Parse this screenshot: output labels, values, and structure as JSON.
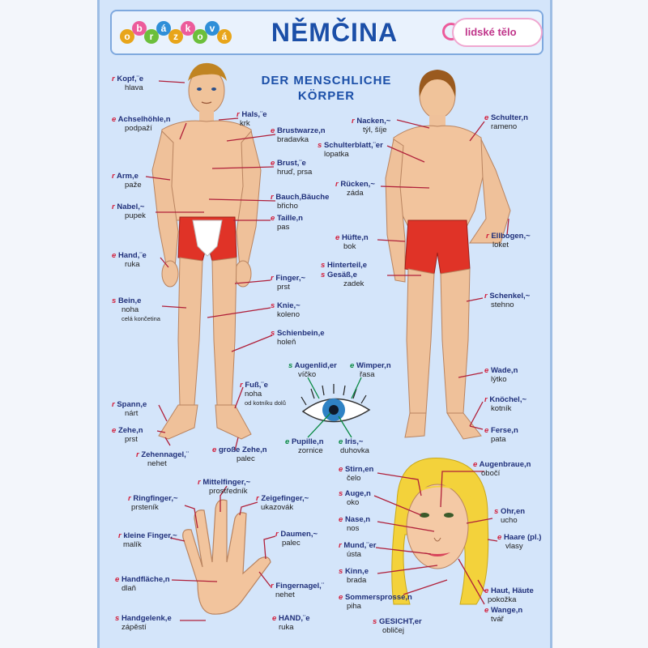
{
  "header": {
    "logo_letters": [
      "o",
      "b",
      "r",
      "á",
      "z",
      "k",
      "o",
      "v",
      "á"
    ],
    "title": "NĚMČINA",
    "badge": "lidské tělo"
  },
  "subtitle_line1": "DER MENSCHLICHE",
  "subtitle_line2": "KÖRPER",
  "colors": {
    "accent": "#1b4fa8",
    "label_article": "#d21f3c",
    "leader_line": "#b0203a",
    "eye_line": "#0a8a44",
    "panel": "#d4e5fa"
  },
  "labels": {
    "kopf": {
      "article": "r",
      "word": "Kopf,",
      "suffix": "¨e",
      "translation": "hlava"
    },
    "achsel": {
      "article": "e",
      "word": "Achselhöhle,",
      "suffix": "n",
      "translation": "podpaží"
    },
    "arm": {
      "article": "r",
      "word": "Arm,",
      "suffix": "e",
      "translation": "paže"
    },
    "nabel": {
      "article": "r",
      "word": "Nabel,",
      "suffix": "~",
      "translation": "pupek"
    },
    "hand": {
      "article": "e",
      "word": "Hand,",
      "suffix": "¨e",
      "translation": "ruka"
    },
    "bein": {
      "article": "s",
      "word": "Bein,",
      "suffix": "e",
      "translation": "noha",
      "translation2": "celá končetina"
    },
    "spann": {
      "article": "r",
      "word": "Spann,",
      "suffix": "e",
      "translation": "nárt"
    },
    "zehe": {
      "article": "e",
      "word": "Zehe,",
      "suffix": "n",
      "translation": "prst"
    },
    "zehennagel": {
      "article": "r",
      "word": "Zehennagel,",
      "suffix": "¨",
      "translation": "nehet"
    },
    "grossezehe": {
      "article": "e",
      "word": "große Zehe,",
      "suffix": "n",
      "translation": "palec"
    },
    "hals": {
      "article": "r",
      "word": "Hals,",
      "suffix": "¨e",
      "translation": "krk"
    },
    "brustwarze": {
      "article": "e",
      "word": "Brustwarze,",
      "suffix": "n",
      "translation": "bradavka"
    },
    "brust": {
      "article": "e",
      "word": "Brust,",
      "suffix": "¨e",
      "translation": "hruď, prsa"
    },
    "bauch": {
      "article": "r",
      "word": "Bauch,",
      "suffix": "Bäuche",
      "translation": "břicho"
    },
    "taille": {
      "article": "e",
      "word": "Taille,",
      "suffix": "n",
      "translation": "pas"
    },
    "finger": {
      "article": "r",
      "word": "Finger,",
      "suffix": "~",
      "translation": "prst"
    },
    "knie": {
      "article": "s",
      "word": "Knie,",
      "suffix": "~",
      "translation": "koleno"
    },
    "schienbein": {
      "article": "s",
      "word": "Schienbein,",
      "suffix": "e",
      "translation": "holeň"
    },
    "fuss": {
      "article": "r",
      "word": "Fuß,",
      "suffix": "¨e",
      "translation": "noha",
      "translation2": "od kotníku dolů"
    },
    "nacken": {
      "article": "r",
      "word": "Nacken,",
      "suffix": "~",
      "translation": "týl, šíje"
    },
    "schulterblatt": {
      "article": "s",
      "word": "Schulterblatt,",
      "suffix": "¨er",
      "translation": "lopatka"
    },
    "rucken": {
      "article": "r",
      "word": "Rücken,",
      "suffix": "~",
      "translation": "záda"
    },
    "hufte": {
      "article": "e",
      "word": "Hüfte,",
      "suffix": "n",
      "translation": "bok"
    },
    "hinterteil": {
      "article": "s",
      "word": "Hinterteil,",
      "suffix": "e",
      "translation": ""
    },
    "gesass": {
      "article": "s",
      "word": "Gesäß,",
      "suffix": "e",
      "translation": "zadek"
    },
    "schulter": {
      "article": "e",
      "word": "Schulter,",
      "suffix": "n",
      "translation": "rameno"
    },
    "ellbogen": {
      "article": "r",
      "word": "Ellbogen,",
      "suffix": "~",
      "translation": "loket"
    },
    "schenkel": {
      "article": "r",
      "word": "Schenkel,",
      "suffix": "~",
      "translation": "stehno"
    },
    "wade": {
      "article": "e",
      "word": "Wade,",
      "suffix": "n",
      "translation": "lýtko"
    },
    "knochel": {
      "article": "r",
      "word": "Knöchel,",
      "suffix": "~",
      "translation": "kotník"
    },
    "ferse": {
      "article": "e",
      "word": "Ferse,",
      "suffix": "n",
      "translation": "pata"
    },
    "augenlid": {
      "article": "s",
      "word": "Augenlid,",
      "suffix": "er",
      "translation": "víčko"
    },
    "wimper": {
      "article": "e",
      "word": "Wimper,",
      "suffix": "n",
      "translation": "řasa"
    },
    "pupille": {
      "article": "e",
      "word": "Pupille,",
      "suffix": "n",
      "translation": "zornice"
    },
    "iris": {
      "article": "e",
      "word": "Iris,",
      "suffix": "~",
      "translation": "duhovka"
    },
    "mittelfinger": {
      "article": "r",
      "word": "Mittelfinger,",
      "suffix": "~",
      "translation": "prostředník"
    },
    "ringfinger": {
      "article": "r",
      "word": "Ringfinger,",
      "suffix": "~",
      "translation": "prsteník"
    },
    "zeigefinger": {
      "article": "r",
      "word": "Zeigefinger,",
      "suffix": "~",
      "translation": "ukazovák"
    },
    "kleinefinger": {
      "article": "r",
      "word": "kleine Finger,",
      "suffix": "~",
      "translation": "malík"
    },
    "daumen": {
      "article": "r",
      "word": "Daumen,",
      "suffix": "~",
      "translation": "palec"
    },
    "handflache": {
      "article": "e",
      "word": "Handfläche,",
      "suffix": "n",
      "translation": "dlaň"
    },
    "fingernagel": {
      "article": "r",
      "word": "Fingernagel,",
      "suffix": "¨",
      "translation": "nehet"
    },
    "handgelenk": {
      "article": "s",
      "word": "Handgelenk,",
      "suffix": "e",
      "translation": "zápěstí"
    },
    "handcaps": {
      "article": "e",
      "word": "HAND,",
      "suffix": "¨e",
      "translation": "ruka"
    },
    "stirn": {
      "article": "e",
      "word": "Stirn,",
      "suffix": "en",
      "translation": "čelo"
    },
    "auge": {
      "article": "s",
      "word": "Auge,",
      "suffix": "n",
      "translation": "oko"
    },
    "nase": {
      "article": "e",
      "word": "Nase,",
      "suffix": "n",
      "translation": "nos"
    },
    "mund": {
      "article": "r",
      "word": "Mund,",
      "suffix": "¨er",
      "translation": "ústa"
    },
    "kinn": {
      "article": "s",
      "word": "Kinn,",
      "suffix": "e",
      "translation": "brada"
    },
    "sommersprosse": {
      "article": "e",
      "word": "Sommersprosse,",
      "suffix": "n",
      "translation": "piha"
    },
    "gesicht": {
      "article": "s",
      "word": "GESICHT,",
      "suffix": "er",
      "translation": "obličej"
    },
    "augenbraue": {
      "article": "e",
      "word": "Augenbraue,",
      "suffix": "n",
      "translation": "obočí"
    },
    "ohr": {
      "article": "s",
      "word": "Ohr,",
      "suffix": "en",
      "translation": "ucho"
    },
    "haare": {
      "article": "e",
      "word": "Haare",
      "suffix": "(pl.)",
      "translation": "vlasy"
    },
    "haut": {
      "article": "e",
      "word": "Haut,",
      "suffix": "Häute",
      "translation": "pokožka"
    },
    "wange": {
      "article": "e",
      "word": "Wange,",
      "suffix": "n",
      "translation": "tvář"
    }
  }
}
